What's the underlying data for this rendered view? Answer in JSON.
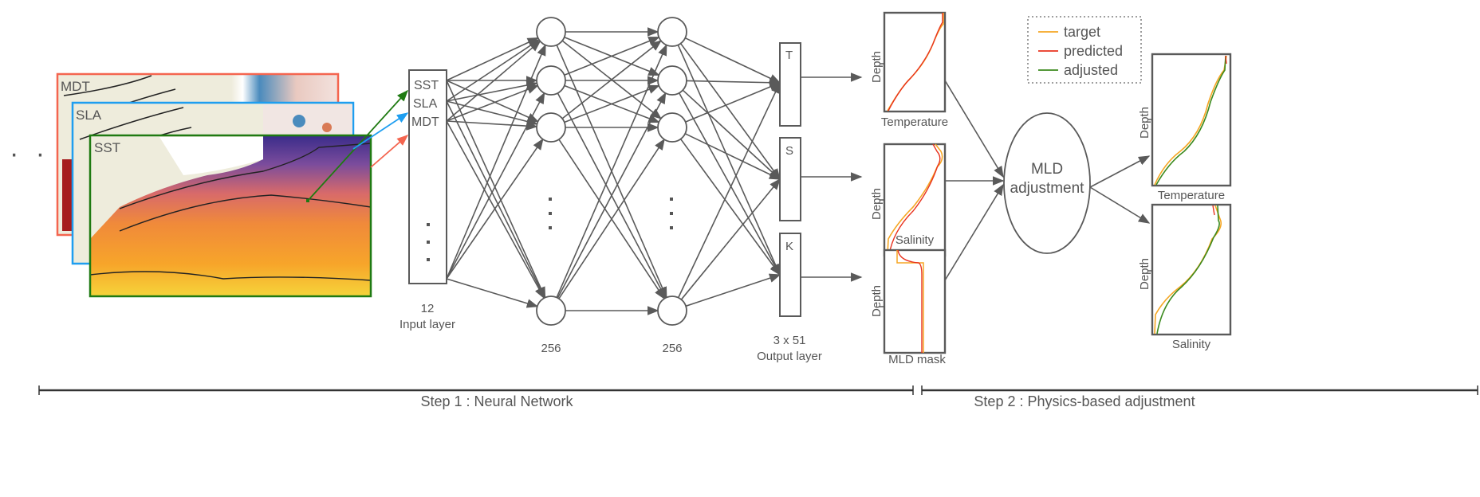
{
  "ellipsis": "· · ·",
  "maps": [
    {
      "id": "mdt",
      "label": "MDT",
      "color": "#f4654f"
    },
    {
      "id": "sla",
      "label": "SLA",
      "color": "#1e9ef0"
    },
    {
      "id": "sst",
      "label": "SST",
      "color": "#1f7a12"
    }
  ],
  "input_layer": {
    "features": [
      {
        "label": "SST",
        "color": "#1f7a12"
      },
      {
        "label": "SLA",
        "color": "#1e9ef0"
      },
      {
        "label": "MDT",
        "color": "#f4654f"
      }
    ],
    "count": "12",
    "title": "Input layer"
  },
  "hidden_layers": [
    {
      "units": "256"
    },
    {
      "units": "256"
    }
  ],
  "output_layer": {
    "blocks": [
      "T",
      "S",
      "K"
    ],
    "size": "3 x 51",
    "title": "Output layer"
  },
  "profiles_nn": [
    {
      "id": "temperature",
      "ylabel": "Depth",
      "caption": "Temperature"
    },
    {
      "id": "salinity",
      "ylabel": "Depth",
      "caption": "Salinity"
    },
    {
      "id": "mld-mask",
      "ylabel": "Depth",
      "caption": "MLD mask"
    }
  ],
  "mld_node": {
    "line1": "MLD",
    "line2": "adjustment"
  },
  "profiles_adjusted": [
    {
      "id": "temperature",
      "ylabel": "Depth",
      "caption": "Temperature"
    },
    {
      "id": "salinity",
      "ylabel": "Depth",
      "caption": "Salinity"
    }
  ],
  "legend": [
    {
      "label": "target",
      "color": "#f5a623"
    },
    {
      "label": "predicted",
      "color": "#e8321e"
    },
    {
      "label": "adjusted",
      "color": "#3b8a1e"
    }
  ],
  "steps": [
    {
      "label": "Step 1 : Neural Network"
    },
    {
      "label": "Step 2 : Physics-based adjustment"
    }
  ],
  "colors": {
    "line": "#5a5a5a"
  }
}
